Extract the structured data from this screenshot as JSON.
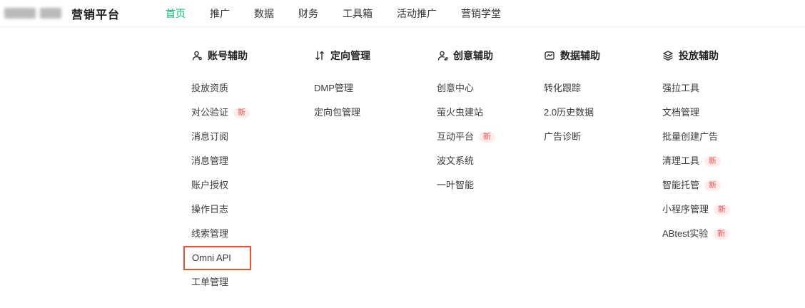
{
  "colors": {
    "accent_green": "#00bd6e",
    "badge_bg": "#ffeceb",
    "badge_text": "#f25757",
    "highlight_border": "#f1502f"
  },
  "header": {
    "brand": "营销平台",
    "nav": [
      {
        "label": "首页",
        "active": true
      },
      {
        "label": "推广",
        "active": false
      },
      {
        "label": "数据",
        "active": false
      },
      {
        "label": "财务",
        "active": false
      },
      {
        "label": "工具箱",
        "active": false
      },
      {
        "label": "活动推广",
        "active": false
      },
      {
        "label": "营销学堂",
        "active": false
      }
    ]
  },
  "dropdown": {
    "columns": [
      {
        "title": "账号辅助",
        "icon": "account-helper-icon",
        "items": [
          {
            "label": "投放资质"
          },
          {
            "label": "对公验证",
            "badge": "新"
          },
          {
            "label": "消息订阅"
          },
          {
            "label": "消息管理"
          },
          {
            "label": "账户授权"
          },
          {
            "label": "操作日志"
          },
          {
            "label": "线索管理"
          },
          {
            "label": "Omni API",
            "highlighted": true
          },
          {
            "label": "工单管理"
          }
        ]
      },
      {
        "title": "定向管理",
        "icon": "targeting-icon",
        "items": [
          {
            "label": "DMP管理"
          },
          {
            "label": "定向包管理"
          }
        ]
      },
      {
        "title": "创意辅助",
        "icon": "creative-helper-icon",
        "items": [
          {
            "label": "创意中心"
          },
          {
            "label": "萤火虫建站"
          },
          {
            "label": "互动平台",
            "badge": "新"
          },
          {
            "label": "波文系统"
          },
          {
            "label": "一叶智能"
          }
        ]
      },
      {
        "title": "数据辅助",
        "icon": "data-helper-icon",
        "items": [
          {
            "label": "转化跟踪"
          },
          {
            "label": "2.0历史数据"
          },
          {
            "label": "广告诊断"
          }
        ]
      },
      {
        "title": "投放辅助",
        "icon": "delivery-helper-icon",
        "items": [
          {
            "label": "强拉工具"
          },
          {
            "label": "文档管理"
          },
          {
            "label": "批量创建广告"
          },
          {
            "label": "清理工具",
            "badge": "新"
          },
          {
            "label": "智能托管",
            "badge": "新"
          },
          {
            "label": "小程序管理",
            "badge": "新"
          },
          {
            "label": "ABtest实验",
            "badge": "新"
          }
        ]
      }
    ]
  }
}
